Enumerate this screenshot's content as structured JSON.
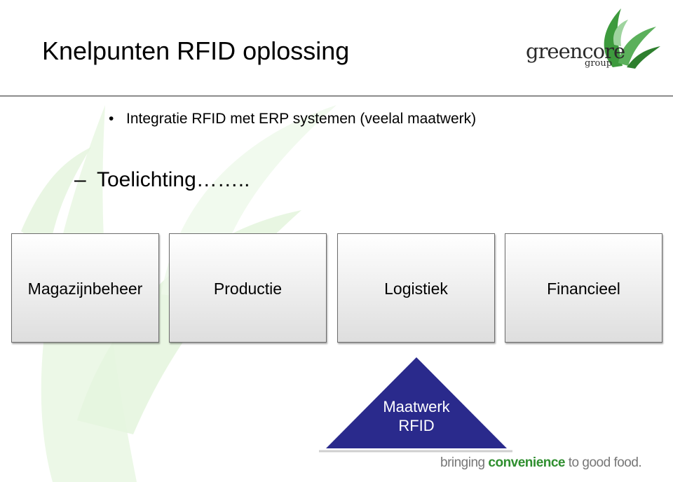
{
  "title": "Knelpunten RFID oplossing",
  "logo": {
    "word": "greencore",
    "suffix": "group"
  },
  "bullet": {
    "marker": "•",
    "text": "Integratie RFID met ERP systemen (veelal maatwerk)"
  },
  "sub_bullet": {
    "marker": "–",
    "text": "Toelichting…….."
  },
  "boxes": [
    "Magazijnbeheer",
    "Productie",
    "Logistiek",
    "Financieel"
  ],
  "triangle": {
    "line1": "Maatwerk",
    "line2": "RFID",
    "color": "#2a2a8c"
  },
  "tagline": {
    "part1": "bringing ",
    "part2": "convenience",
    "part3": " to good food."
  },
  "colors": {
    "leaf_light": "#dff3d6",
    "leaf_dark": "#3d9a3d",
    "divider": "#8c8c8c"
  }
}
